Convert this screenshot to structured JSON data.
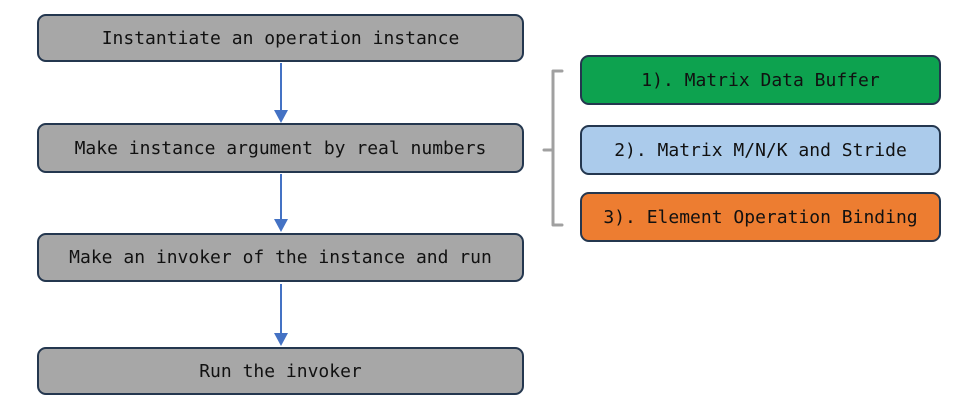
{
  "colors": {
    "box_border": "#24374F",
    "step_fill": "#A7A7A7",
    "arrow": "#4472C4",
    "bracket": "#A0A0A0",
    "text": "#111111"
  },
  "flow": {
    "steps": [
      {
        "label": "Instantiate an operation instance"
      },
      {
        "label": "Make instance argument by real numbers"
      },
      {
        "label": "Make an invoker of the instance and run"
      },
      {
        "label": "Run the invoker"
      }
    ]
  },
  "components": [
    {
      "label": "1). Matrix Data Buffer",
      "color": "#0DA24F"
    },
    {
      "label": "2). Matrix M/N/K and Stride",
      "color": "#ABCBEB"
    },
    {
      "label": "3). Element Operation Binding",
      "color": "#ED7D31"
    }
  ]
}
